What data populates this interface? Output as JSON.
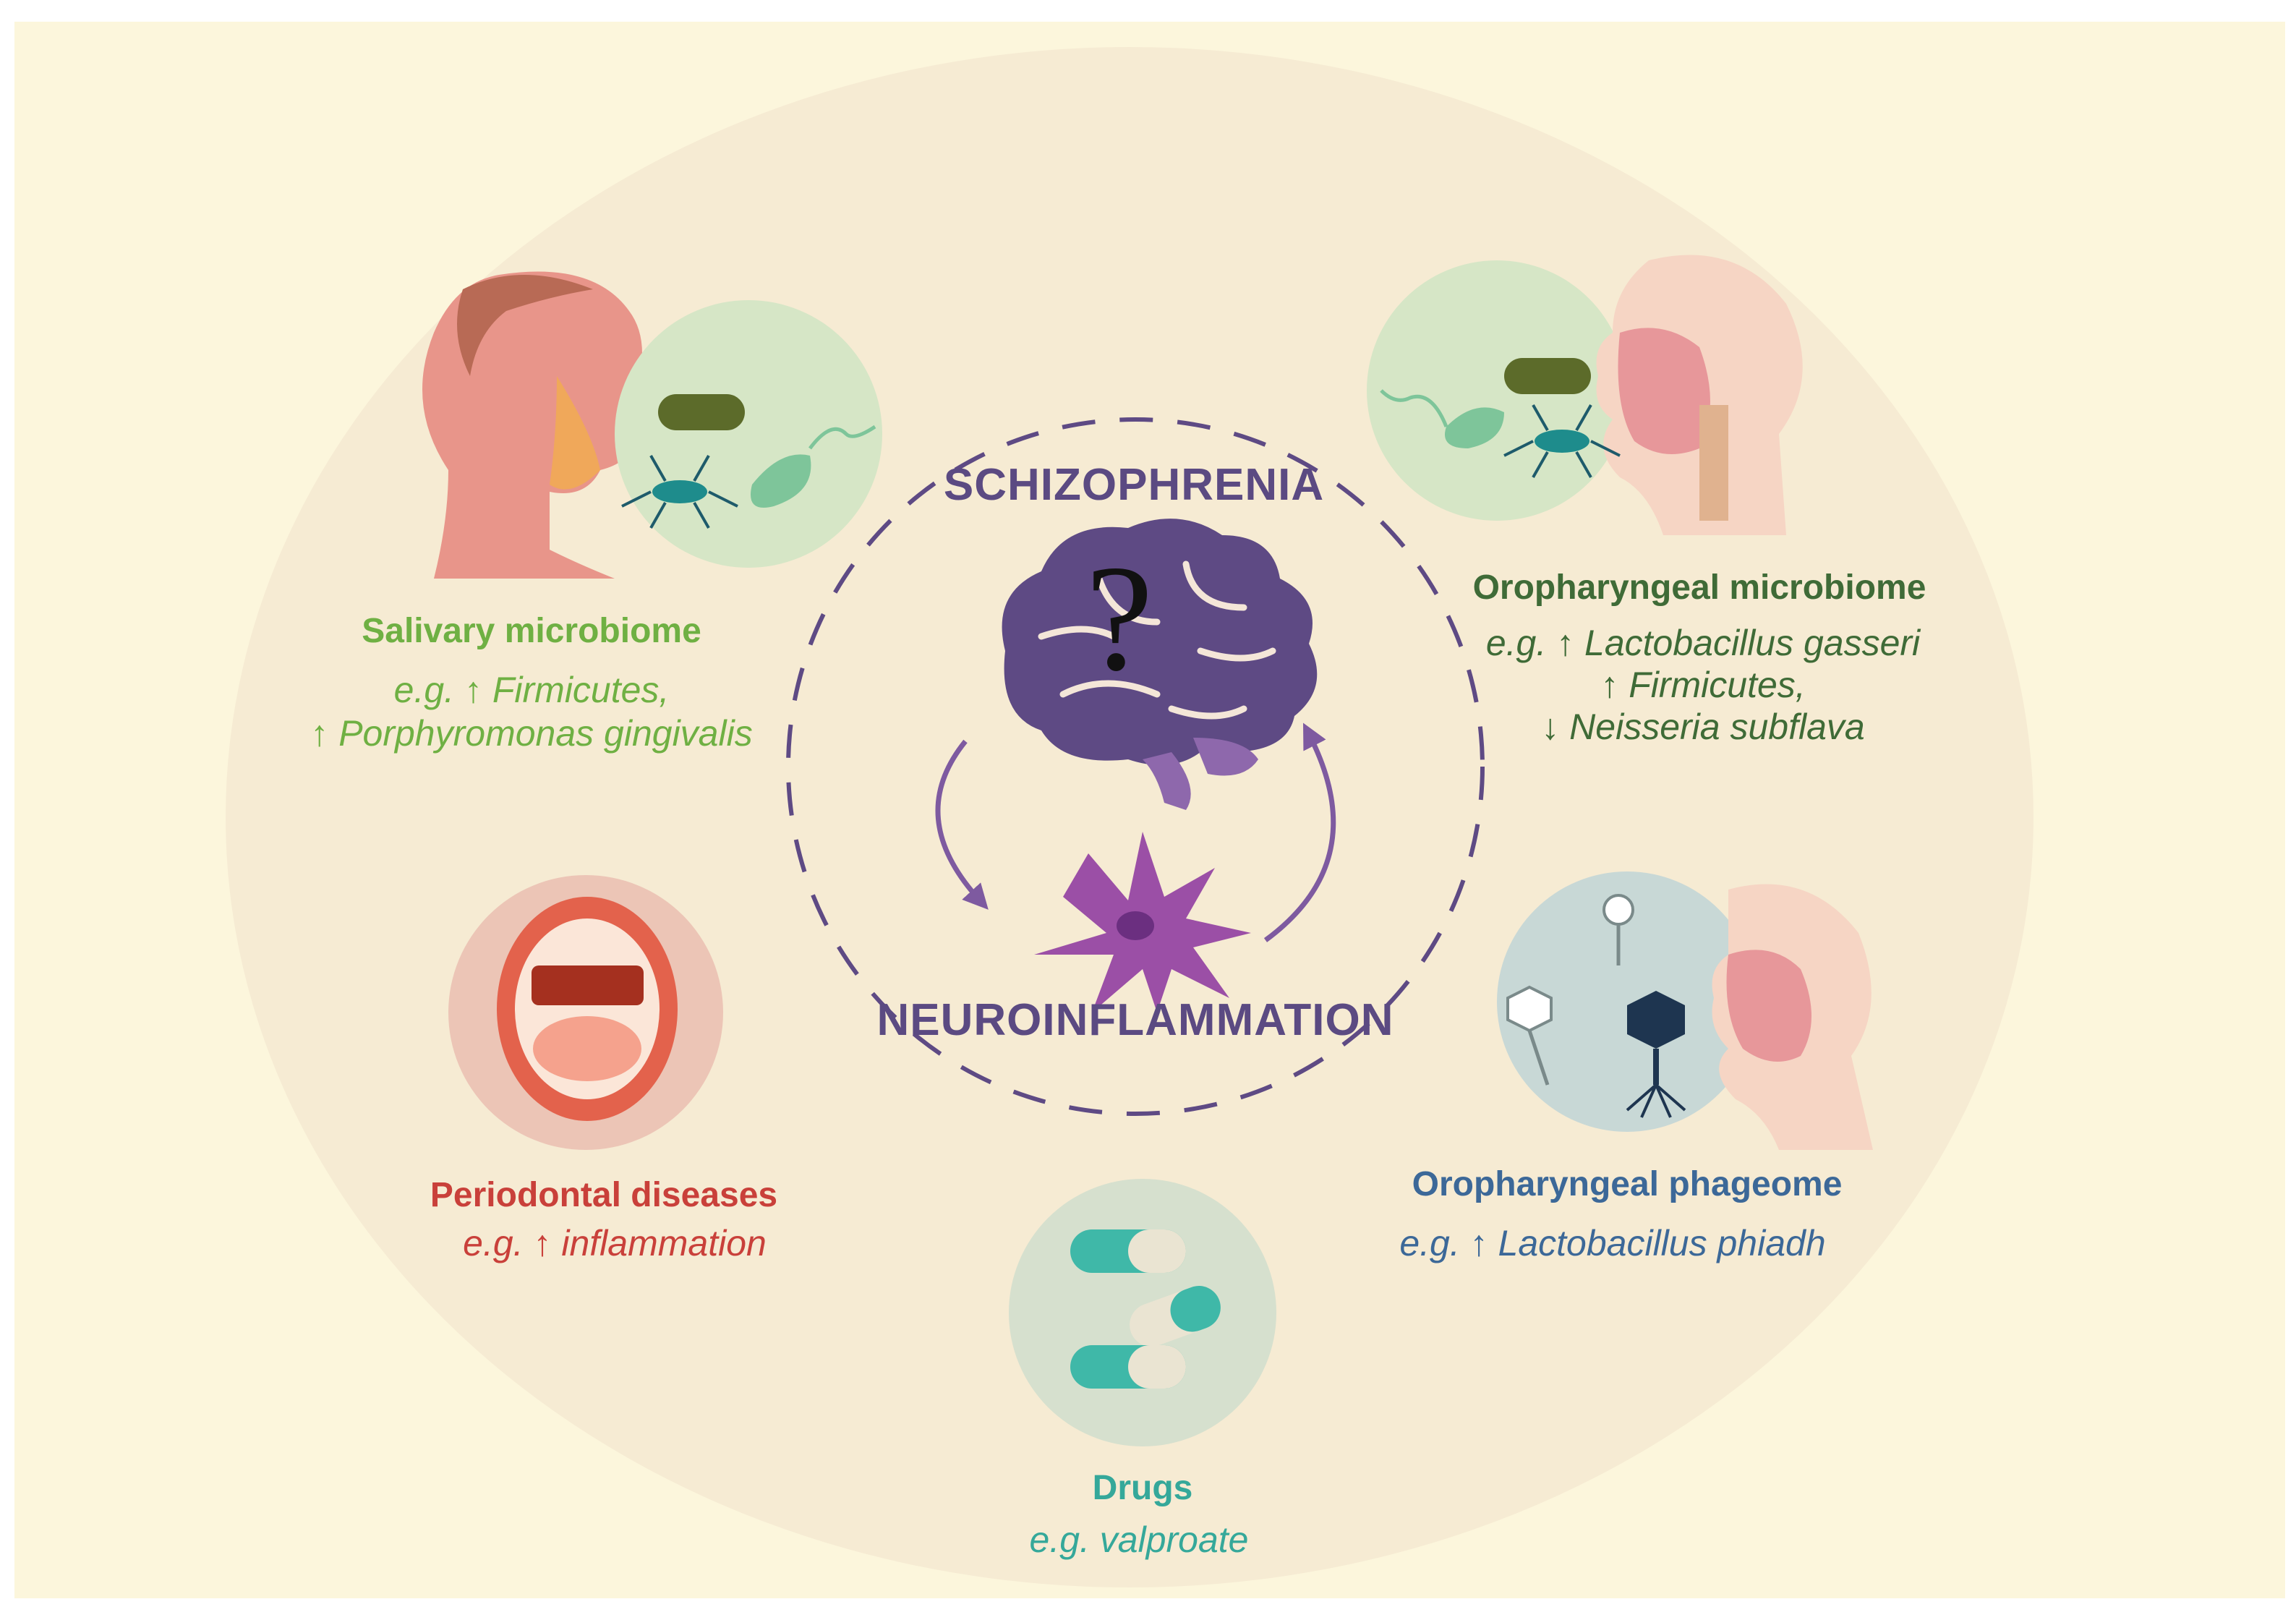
{
  "center": {
    "top_label": "SCHIZOPHRENIA",
    "bottom_label": "NEUROINFLAMMATION",
    "question_mark": "?"
  },
  "factors": {
    "salivary": {
      "title": "Salivary microbiome",
      "examples": [
        "e.g. ↑ Firmicutes,",
        "↑ Porphyromonas gingivalis"
      ]
    },
    "oropharyngeal_microbiome": {
      "title": "Oropharyngeal microbiome",
      "examples": [
        "e.g. ↑ Lactobacillus gasseri",
        "↑ Firmicutes,",
        "↓ Neisseria subflava"
      ]
    },
    "periodontal": {
      "title": "Periodontal diseases",
      "examples": [
        "e.g. ↑ inflammation"
      ]
    },
    "phageome": {
      "title": "Oropharyngeal phageome",
      "examples": [
        "e.g. ↑ Lactobacillus phiadh"
      ]
    },
    "drugs": {
      "title": "Drugs",
      "examples": [
        "e.g. valproate"
      ]
    }
  },
  "colors": {
    "page_bg": "#fcf6dc",
    "ellipse_bg": "#f6ebd3",
    "brain": "#5e4a84",
    "cell": "#9b4fa6",
    "salivary": "#6fb043",
    "oropharyngeal": "#3f6b37",
    "periodontal": "#c9403a",
    "phageome": "#3c6898",
    "drugs": "#35a89a"
  },
  "icons": [
    "face-icon",
    "bacteria-icon",
    "brain-icon",
    "microglia-icon",
    "head-section-icon",
    "mouth-icon",
    "phage-icon",
    "capsule-icon"
  ]
}
